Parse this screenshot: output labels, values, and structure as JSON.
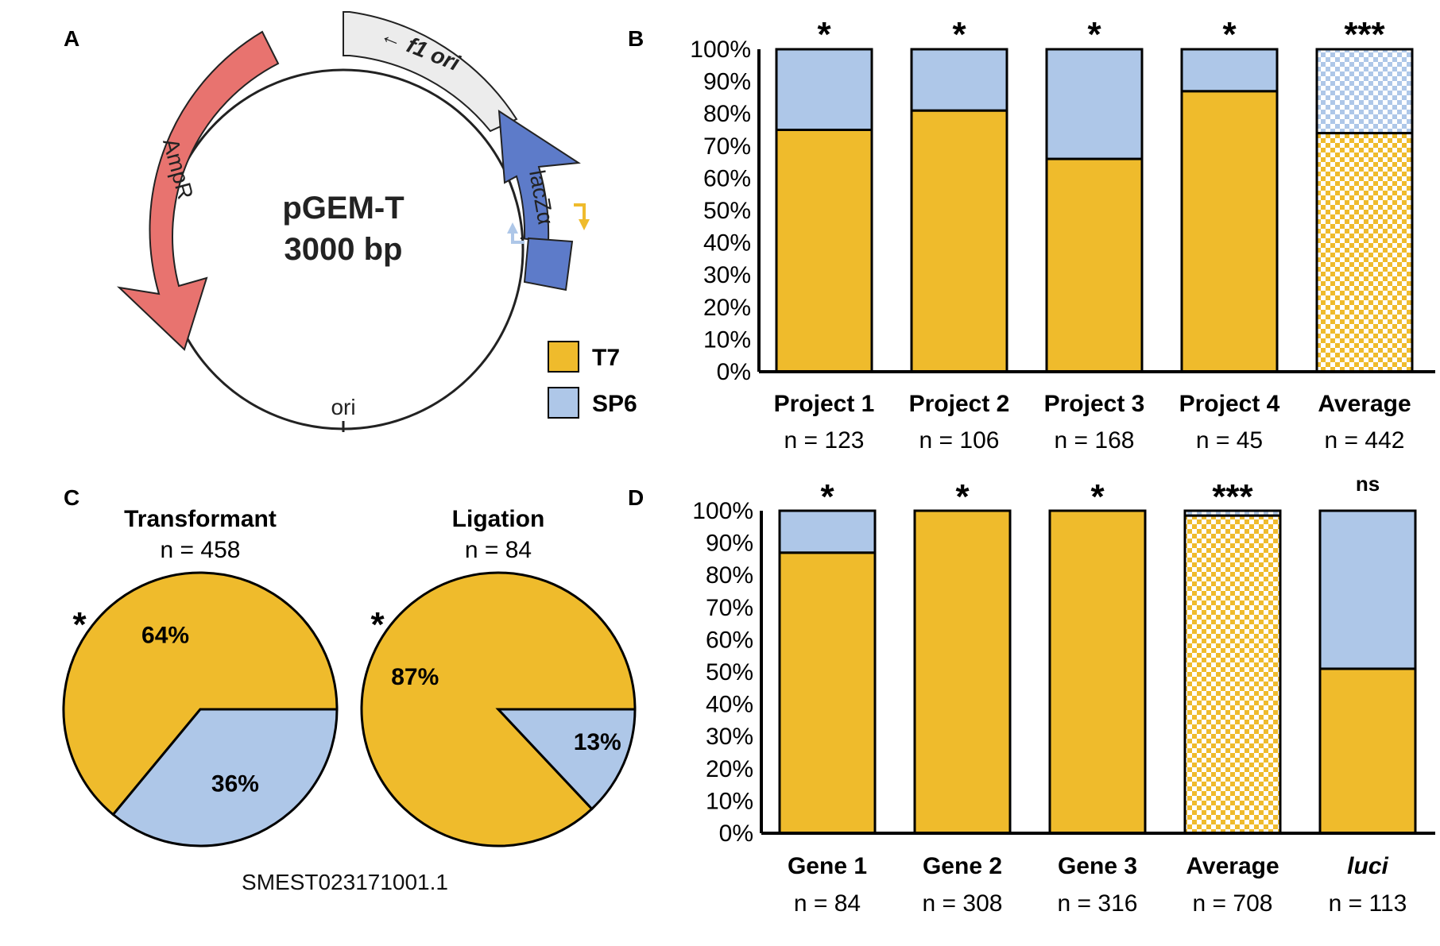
{
  "colors": {
    "t7": "#EFBB2C",
    "sp6": "#AEC7E8",
    "ampr": "#E8736F",
    "f1ori": "#ECECEC",
    "lacz": "#5D7BC9",
    "outline": "#000000"
  },
  "legend": [
    {
      "label": "T7",
      "color": "#EFBB2C"
    },
    {
      "label": "SP6",
      "color": "#AEC7E8"
    }
  ],
  "panel_a": {
    "letter": "A",
    "plasmid_name": "pGEM-T",
    "plasmid_size": "3000 bp",
    "features": {
      "ampr": "AmpR",
      "f1ori": "← f1 ori",
      "lacz": "lacZα",
      "ori": "ori"
    }
  },
  "panel_c": {
    "letter": "C",
    "gene_id": "SMEST023171001.1"
  },
  "chart_data": [
    {
      "panel": "B",
      "type": "bar",
      "stacked": true,
      "percent": true,
      "ylim": [
        0,
        100
      ],
      "yticks": [
        "0%",
        "10%",
        "20%",
        "30%",
        "40%",
        "50%",
        "60%",
        "70%",
        "80%",
        "90%",
        "100%"
      ],
      "categories": [
        "Project 1",
        "Project 2",
        "Project 3",
        "Project 4",
        "Average"
      ],
      "n_labels": [
        "n = 123",
        "n = 106",
        "n = 168",
        "n = 45",
        "n = 442"
      ],
      "significance": [
        "*",
        "*",
        "*",
        "*",
        "***"
      ],
      "patterned": [
        false,
        false,
        false,
        false,
        true
      ],
      "series": [
        {
          "name": "T7",
          "values": [
            75,
            81,
            66,
            87,
            74
          ]
        },
        {
          "name": "SP6",
          "values": [
            25,
            19,
            34,
            13,
            26
          ]
        }
      ]
    },
    {
      "panel": "C",
      "type": "pie",
      "charts": [
        {
          "title": "Transformant",
          "n_label": "n = 458",
          "significance": "*",
          "slices": [
            {
              "name": "T7",
              "value": 64,
              "label": "64%"
            },
            {
              "name": "SP6",
              "value": 36,
              "label": "36%"
            }
          ]
        },
        {
          "title": "Ligation",
          "n_label": "n = 84",
          "significance": "*",
          "slices": [
            {
              "name": "T7",
              "value": 87,
              "label": "87%"
            },
            {
              "name": "SP6",
              "value": 13,
              "label": "13%"
            }
          ]
        }
      ]
    },
    {
      "panel": "D",
      "type": "bar",
      "stacked": true,
      "percent": true,
      "ylim": [
        0,
        100
      ],
      "yticks": [
        "0%",
        "10%",
        "20%",
        "30%",
        "40%",
        "50%",
        "60%",
        "70%",
        "80%",
        "90%",
        "100%"
      ],
      "categories": [
        "Gene 1",
        "Gene 2",
        "Gene 3",
        "Average",
        "luci"
      ],
      "italic_categories": [
        false,
        false,
        false,
        false,
        true
      ],
      "n_labels": [
        "n = 84",
        "n = 308",
        "n = 316",
        "n = 708",
        "n = 113"
      ],
      "significance": [
        "*",
        "*",
        "*",
        "***",
        "ns"
      ],
      "patterned": [
        false,
        false,
        false,
        true,
        false
      ],
      "series": [
        {
          "name": "T7",
          "values": [
            87,
            100,
            100,
            98.5,
            51
          ]
        },
        {
          "name": "SP6",
          "values": [
            13,
            0,
            0,
            1.5,
            49
          ]
        }
      ]
    }
  ]
}
